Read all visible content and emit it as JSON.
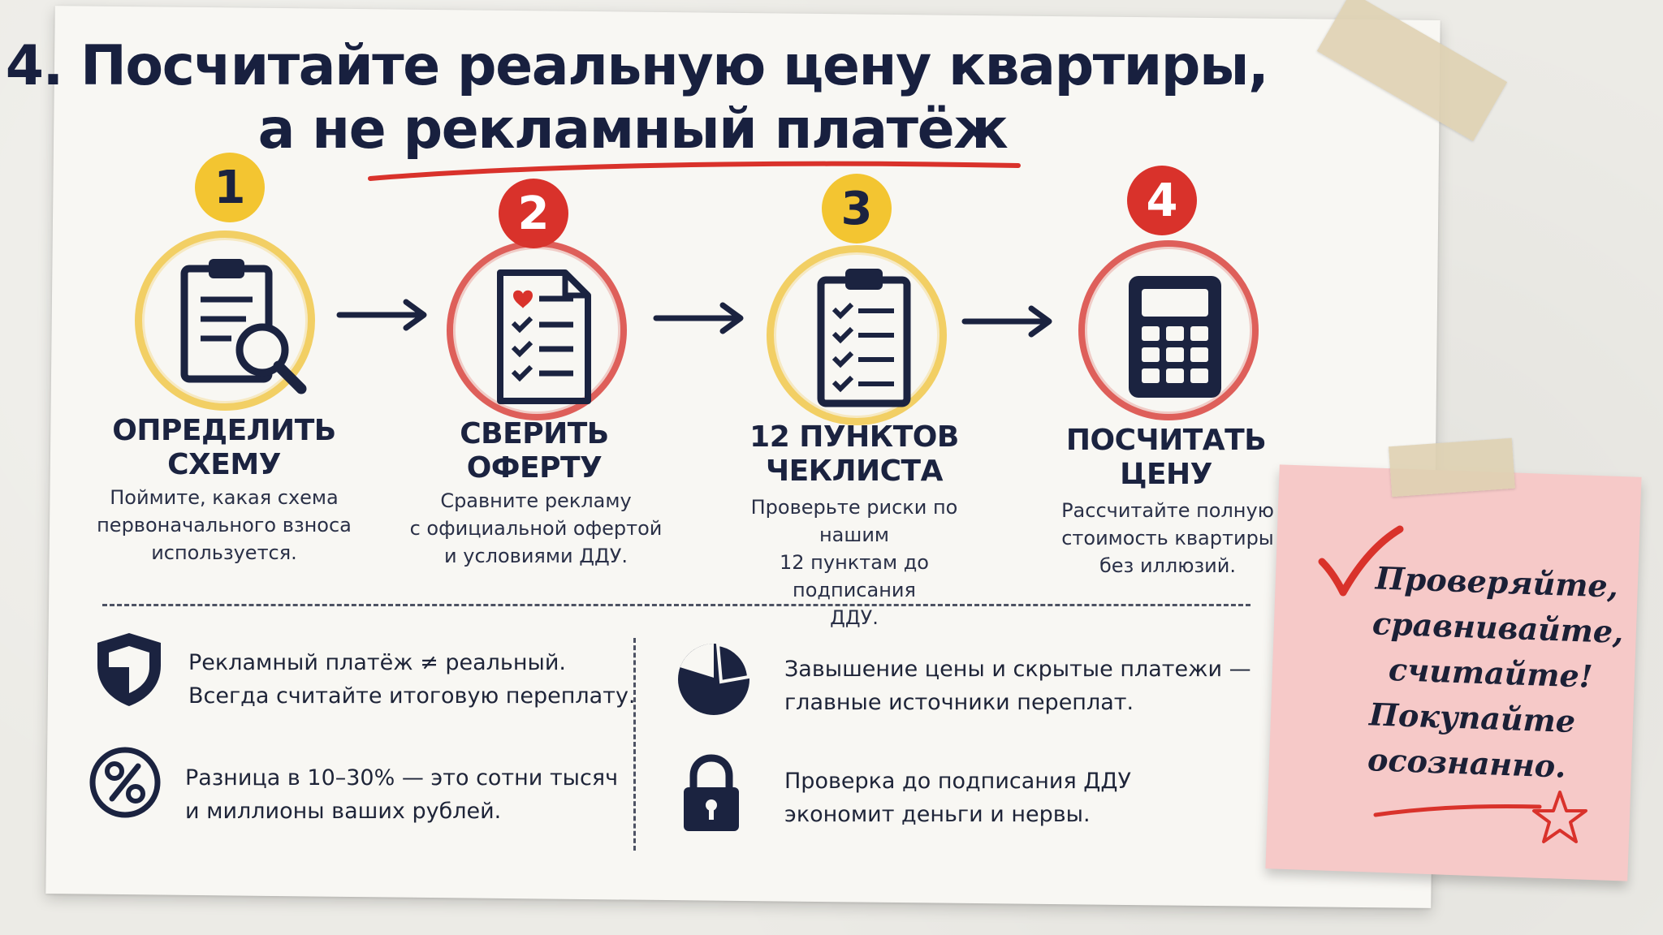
{
  "title": {
    "line1": "4. Посчитайте реальную цену квартиры,",
    "line2": "а не рекламный платёж"
  },
  "steps": [
    {
      "number": "1",
      "title_line1": "ОПРЕДЕЛИТЬ",
      "title_line2": "СХЕМУ",
      "text_line1": "Поймите, какая схема",
      "text_line2": "первоначального взноса",
      "text_line3": "используется.",
      "icon": "clipboard-search-icon",
      "accent": "#f3c531"
    },
    {
      "number": "2",
      "title_line1": "СВЕРИТЬ",
      "title_line2": "ОФЕРТУ",
      "text_line1": "Сравните рекламу",
      "text_line2": "с официальной офертой",
      "text_line3": "и условиями ДДУ.",
      "icon": "document-checklist-icon",
      "accent": "#d9322b"
    },
    {
      "number": "3",
      "title_line1": "12 ПУНКТОВ",
      "title_line2": "ЧЕКЛИСТА",
      "text_line1": "Проверьте риски по нашим",
      "text_line2": "12 пунктам до подписания",
      "text_line3": "ДДУ.",
      "icon": "clipboard-checklist-icon",
      "accent": "#f3c531"
    },
    {
      "number": "4",
      "title_line1": "ПОСЧИТАТЬ",
      "title_line2": "ЦЕНУ",
      "text_line1": "Рассчитайте полную",
      "text_line2": "стоимость квартиры",
      "text_line3": "без иллюзий.",
      "icon": "calculator-icon",
      "accent": "#d9322b"
    }
  ],
  "facts": [
    {
      "icon": "shield-icon",
      "line1": "Рекламный платёж ≠ реальный.",
      "line2": "Всегда считайте итоговую переплату."
    },
    {
      "icon": "pie-chart-icon",
      "line1": "Завышение цены и скрытые платежи —",
      "line2": "главные источники переплат."
    },
    {
      "icon": "percent-icon",
      "line1": "Разница в 10–30% — это сотни тысяч",
      "line2": "и миллионы ваших рублей."
    },
    {
      "icon": "lock-icon",
      "line1": "Проверка до подписания ДДУ",
      "line2": "экономит деньги и нервы."
    }
  ],
  "note": {
    "line1": "Проверяйте,",
    "line2": "сравнивайте,",
    "line3": "считайте!",
    "line4": "Покупайте",
    "line5": "осознанно.",
    "icons": [
      "checkmark-icon",
      "star-icon"
    ]
  },
  "colors": {
    "navy": "#1b2340",
    "yellow": "#f3c531",
    "red": "#d9322b",
    "note": "#f6c9c8",
    "paper": "#f8f7f3"
  }
}
